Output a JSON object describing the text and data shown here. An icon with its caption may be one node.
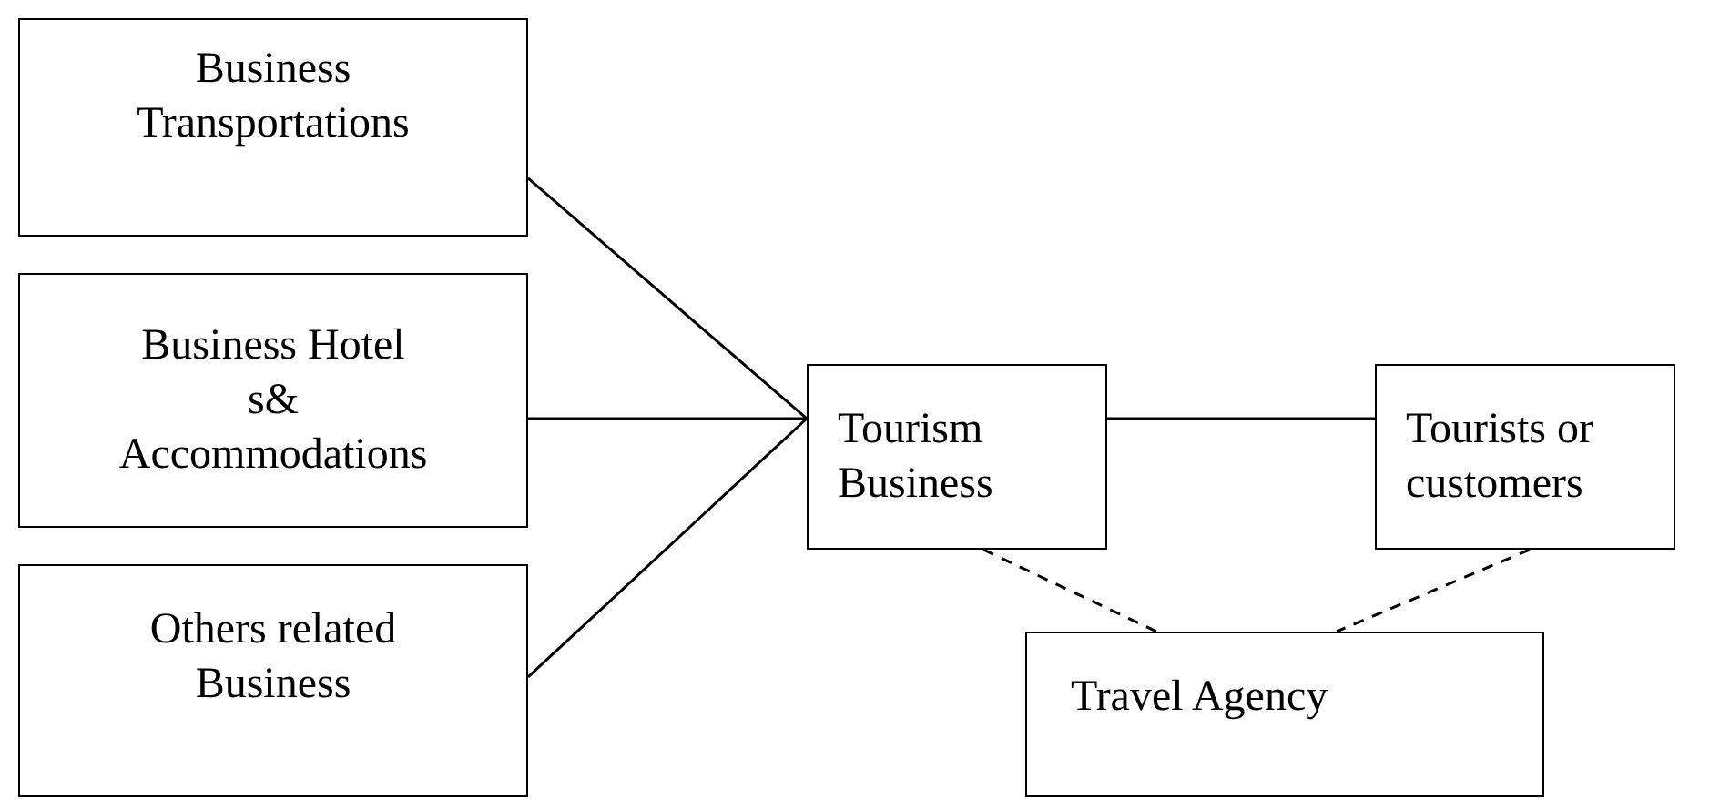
{
  "diagram": {
    "nodes": [
      {
        "text": [
          "Business Transportations"
        ]
      },
      {
        "text": [
          "Business Hotel s& Accommodations"
        ]
      },
      {
        "text": [
          "Others related Business"
        ]
      },
      {
        "text": [
          "Tourism Business"
        ]
      },
      {
        "text": [
          "Tourists or customers"
        ]
      },
      {
        "text": [
          "Travel Agency"
        ]
      }
    ],
    "edges": [
      {
        "from": 0,
        "to": 3,
        "arrow": "none"
      },
      {
        "from": 1,
        "to": 3,
        "arrow": "none"
      },
      {
        "from": 2,
        "to": 3,
        "arrow": "none"
      },
      {
        "from": 3,
        "to": 4,
        "arrow": "none"
      },
      {
        "from": 3,
        "to": 5,
        "arrow": "none",
        "style": "dashed"
      },
      {
        "from": 4,
        "to": 5,
        "arrow": "none",
        "style": "dashed"
      }
    ]
  }
}
